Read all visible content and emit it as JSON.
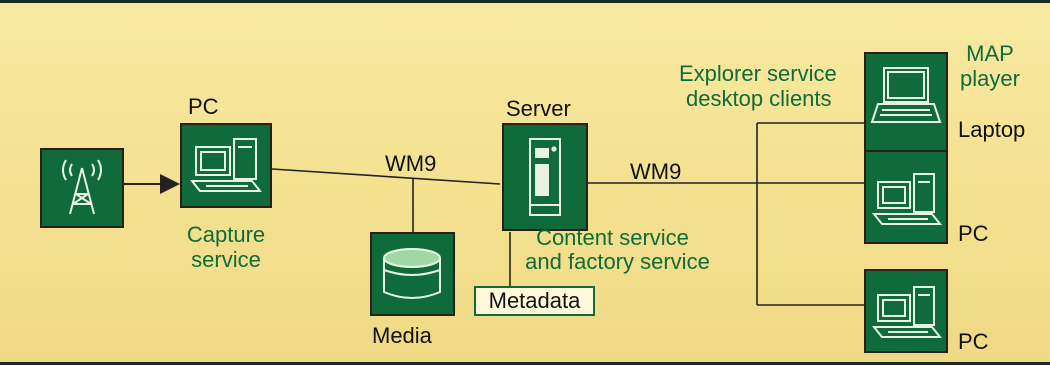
{
  "nodes": {
    "antenna": {
      "icon": "antenna-tower-icon"
    },
    "capture_pc": {
      "title": "PC",
      "caption_line1": "Capture",
      "caption_line2": "service",
      "icon": "desktop-pc-icon"
    },
    "media": {
      "caption": "Media",
      "icon": "database-icon"
    },
    "server": {
      "title": "Server",
      "caption_line1": "Content service",
      "caption_line2": "and factory service",
      "icon": "server-tower-icon"
    },
    "metadata": {
      "label": "Metadata"
    },
    "laptop": {
      "caption": "Laptop",
      "icon": "laptop-icon"
    },
    "client_pc1": {
      "caption": "PC",
      "icon": "desktop-pc-icon"
    },
    "client_pc2": {
      "caption": "PC",
      "icon": "desktop-pc-icon"
    }
  },
  "labels": {
    "wm9_left": "WM9",
    "wm9_right": "WM9",
    "explorer_line1": "Explorer service",
    "explorer_line2": "desktop clients",
    "map_line1": "MAP",
    "map_line2": "player"
  },
  "colors": {
    "node_green": "#0f6b3a",
    "background": "#f6e59a",
    "line": "#222222"
  }
}
